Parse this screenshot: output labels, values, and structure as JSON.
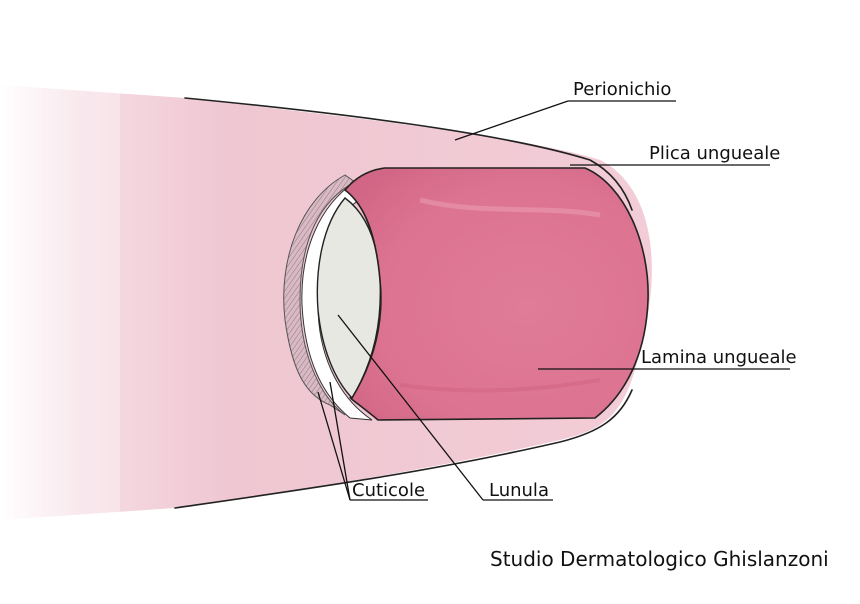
{
  "diagram": {
    "labels": {
      "perionichio": "Perionichio",
      "plica_ungueale": "Plica ungueale",
      "lamina_ungueale": "Lamina ungueale",
      "cuticole": "Cuticole",
      "lunula": "Lunula"
    },
    "credit": "Studio Dermatologico Ghislanzoni"
  },
  "colors": {
    "finger_skin": "#efc7d2",
    "nail_plate": "#e07c97",
    "lunula": "#e8e8e2",
    "cuticle_band": "#c9a9b3",
    "outline": "#222222"
  }
}
